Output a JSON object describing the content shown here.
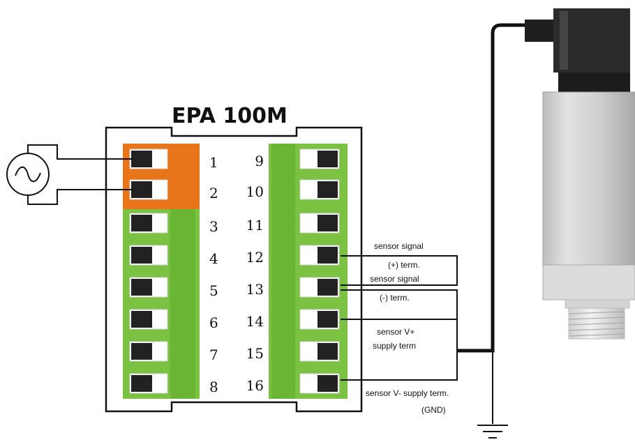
{
  "title": "EPA 100M",
  "left_terminals": [
    "1",
    "2",
    "3",
    "4",
    "5",
    "6",
    "7",
    "8"
  ],
  "right_terminals": [
    "9",
    "10",
    "11",
    "12",
    "13",
    "14",
    "15",
    "16"
  ],
  "labels": {
    "sensor_signal_plus_line1": "sensor signal",
    "sensor_signal_plus_line2": "(+) term.",
    "sensor_signal_minus_line1": "sensor signal",
    "sensor_signal_minus_line2": "(-) term.",
    "sensor_vplus_line1": "sensor V+",
    "sensor_vplus_line2": "supply term",
    "sensor_vminus_line1": "sensor V- supply term.",
    "sensor_vminus_line2": "(GND)"
  },
  "colors": {
    "power_block": "#E8751A",
    "terminal_block": "#7CC242",
    "terminal_block_dark": "#6BB535",
    "screw": "#222222",
    "sensor_body": "#CFCFCF",
    "sensor_cap": "#2B2B2B",
    "wire": "#000000"
  },
  "icons": {
    "ac_source": "ac-source-icon",
    "ground": "ground-icon",
    "sensor": "pressure-sensor-icon"
  }
}
